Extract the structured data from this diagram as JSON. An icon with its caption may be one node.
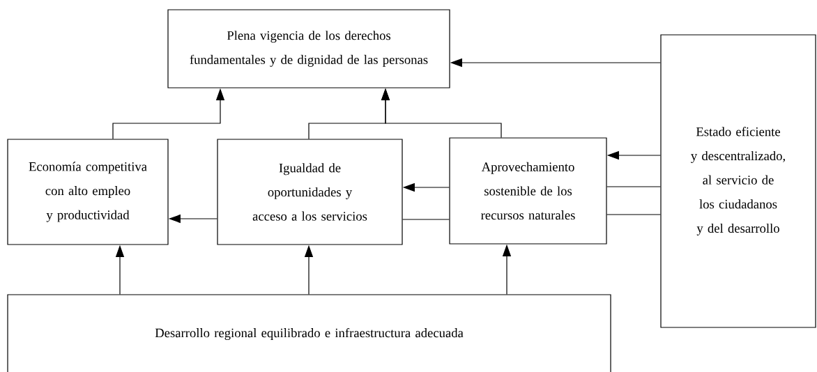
{
  "diagram": {
    "nodes": [
      {
        "text": [
          "Plena vigencia de los derechos fundamentales y de dignidad de las personas"
        ]
      },
      {
        "text": [
          "Economía competitiva con alto empleo y productividad"
        ]
      },
      {
        "text": [
          "Igualdad de oportunidades y acceso a los servicios"
        ]
      },
      {
        "text": [
          "Aprovechamiento sostenible de los recursos naturales"
        ]
      },
      {
        "text": [
          "Desarrollo regional equilibrado e infraestructura adecuada"
        ]
      },
      {
        "text": [
          "Estado eficiente y descentralizado, al servicio de los ciudadanos y del desarrollo"
        ]
      }
    ],
    "edges": [
      {
        "from": 1,
        "to": 0,
        "arrow": "to"
      },
      {
        "from": 2,
        "to": 0,
        "arrow": "to"
      },
      {
        "from": 3,
        "to": 0,
        "arrow": "to"
      },
      {
        "from": 5,
        "to": 0,
        "arrow": "to"
      },
      {
        "from": 5,
        "to": 3,
        "arrow": "to"
      },
      {
        "from": 3,
        "to": 2,
        "arrow": "to"
      },
      {
        "from": 2,
        "to": 1,
        "arrow": "to"
      },
      {
        "from": 2,
        "to": 3,
        "arrow": "none"
      },
      {
        "from": 3,
        "to": 5,
        "arrow": "none"
      },
      {
        "from": 3,
        "to": 5,
        "arrow": "none"
      },
      {
        "from": 4,
        "to": 1,
        "arrow": "to"
      },
      {
        "from": 4,
        "to": 2,
        "arrow": "to"
      },
      {
        "from": 4,
        "to": 3,
        "arrow": "to"
      }
    ]
  }
}
